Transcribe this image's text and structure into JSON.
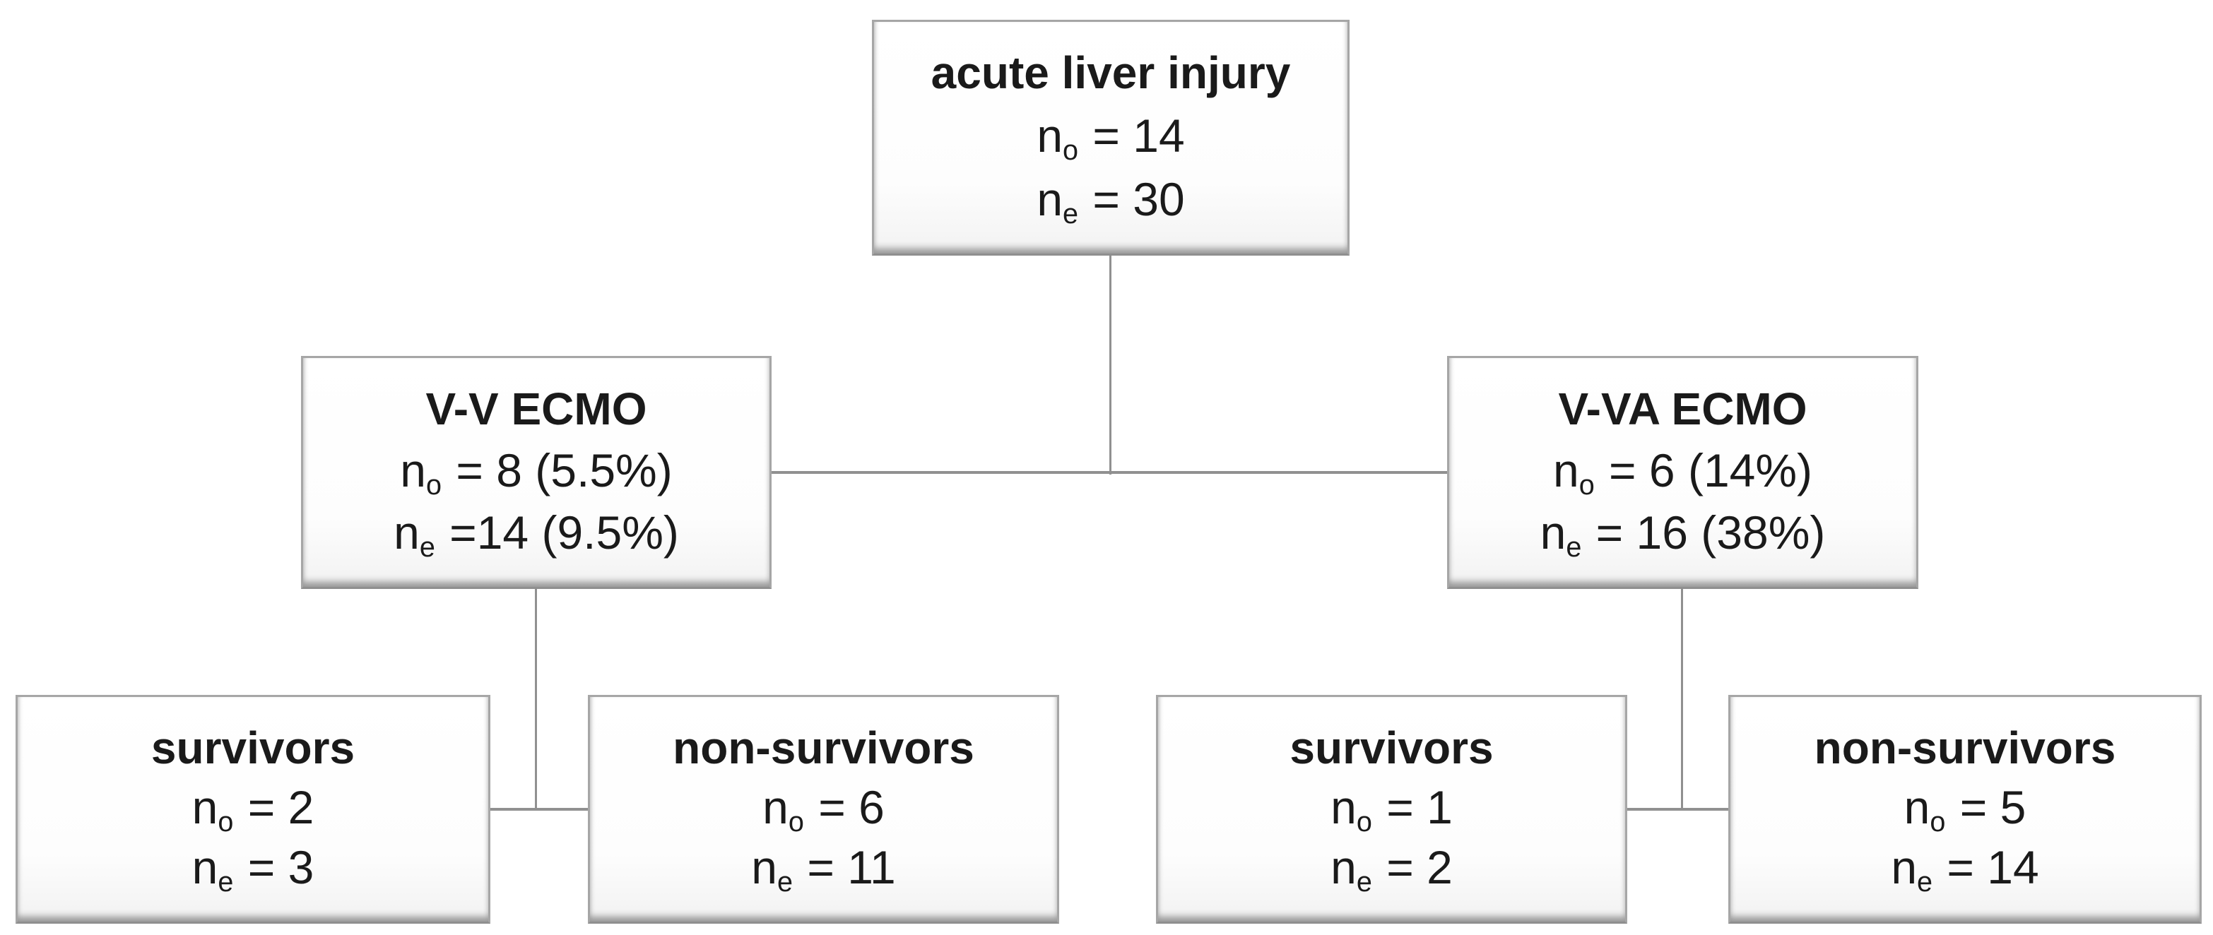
{
  "colors": {
    "background": "#ffffff",
    "connector": "#909090",
    "box_border": "#a6a6a6",
    "text": "#1a1a1a"
  },
  "nodes": {
    "root": {
      "title": "acute liver injury",
      "stats": [
        {
          "base": "n",
          "sub": "o",
          "rest": " = 14"
        },
        {
          "base": "n",
          "sub": "e",
          "rest": " = 30"
        }
      ]
    },
    "vv": {
      "title": "V-V ECMO",
      "stats": [
        {
          "base": "n",
          "sub": "o",
          "rest": " = 8 (5.5%)"
        },
        {
          "base": "n",
          "sub": "e",
          "rest": " =14 (9.5%)"
        }
      ]
    },
    "vva": {
      "title": "V-VA ECMO",
      "stats": [
        {
          "base": "n",
          "sub": "o",
          "rest": " = 6 (14%)"
        },
        {
          "base": "n",
          "sub": "e",
          "rest": " = 16 (38%)"
        }
      ]
    },
    "vv_survivors": {
      "title": "survivors",
      "stats": [
        {
          "base": "n",
          "sub": "o",
          "rest": " = 2"
        },
        {
          "base": "n",
          "sub": "e",
          "rest": " = 3"
        }
      ]
    },
    "vv_nonsurvivors": {
      "title": "non-survivors",
      "stats": [
        {
          "base": "n",
          "sub": "o",
          "rest": " = 6"
        },
        {
          "base": "n",
          "sub": "e",
          "rest": " = 11"
        }
      ]
    },
    "vva_survivors": {
      "title": "survivors",
      "stats": [
        {
          "base": "n",
          "sub": "o",
          "rest": " = 1"
        },
        {
          "base": "n",
          "sub": "e",
          "rest": " = 2"
        }
      ]
    },
    "vva_nonsurvivors": {
      "title": "non-survivors",
      "stats": [
        {
          "base": "n",
          "sub": "o",
          "rest": " = 5"
        },
        {
          "base": "n",
          "sub": "e",
          "rest": " = 14"
        }
      ]
    }
  }
}
